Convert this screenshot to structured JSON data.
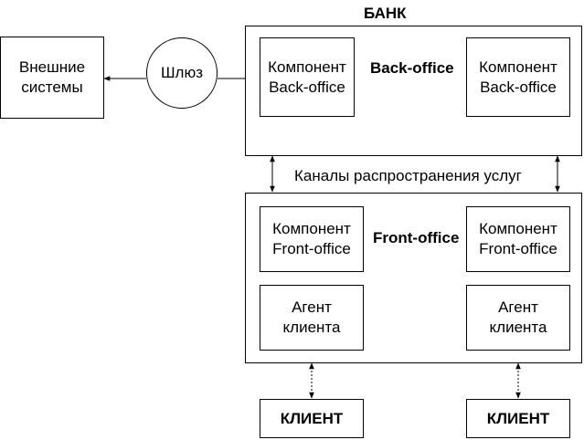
{
  "bank_title": "БАНК",
  "external_systems": "Внешние\nсистемы",
  "gateway": "Шлюз",
  "back_office": {
    "label": "Back-office",
    "left_component": "Компонент\nBack-office",
    "right_component": "Компонент\nBack-office"
  },
  "channels_label": "Каналы распространения услуг",
  "front_office": {
    "label": "Front-office",
    "left_component": "Компонент\nFront-office",
    "right_component": "Компонент\nFront-office",
    "left_agent": "Агент\nклиента",
    "right_agent": "Агент\nклиента"
  },
  "clients": [
    "КЛИЕНТ",
    "КЛИЕНТ"
  ]
}
